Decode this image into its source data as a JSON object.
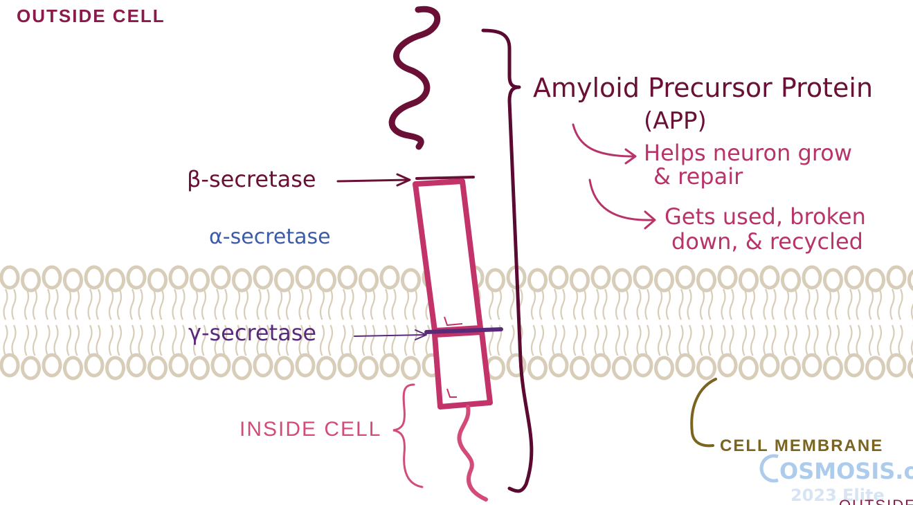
{
  "labels": {
    "outside_cell": "OUTSIDE CELL",
    "beta_secretase": "β-secretase",
    "alpha_secretase": "α-secretase",
    "gamma_secretase": "γ-secretase",
    "inside_cell": "INSIDE CELL",
    "app_title": "Amyloid Precursor Protein",
    "app_abbrev": "(APP)",
    "function_1_line1": "Helps neuron grow",
    "function_1_line2": "& repair",
    "function_2_line1": "Gets used, broken",
    "function_2_line2": "down, & recycled",
    "cell_membrane": "CELL MEMBRANE",
    "watermark": "OSMOSIS.org",
    "watermark_sub": "2023 Elite",
    "cut_off_corner": "OUTSIDE"
  },
  "colors": {
    "outside_cell": "#8b1a4a",
    "beta": "#6a0f35",
    "alpha": "#3d5ca8",
    "gamma": "#5a2a7a",
    "inside_cell": "#d24b7a",
    "app_text": "#6a0f35",
    "function_text": "#b8336a",
    "membrane": "#d8cdb8",
    "membrane_label": "#7a6420",
    "protein_top": "#6a0f35",
    "protein_body": "#c2336a",
    "watermark": "#9fc3e8"
  }
}
